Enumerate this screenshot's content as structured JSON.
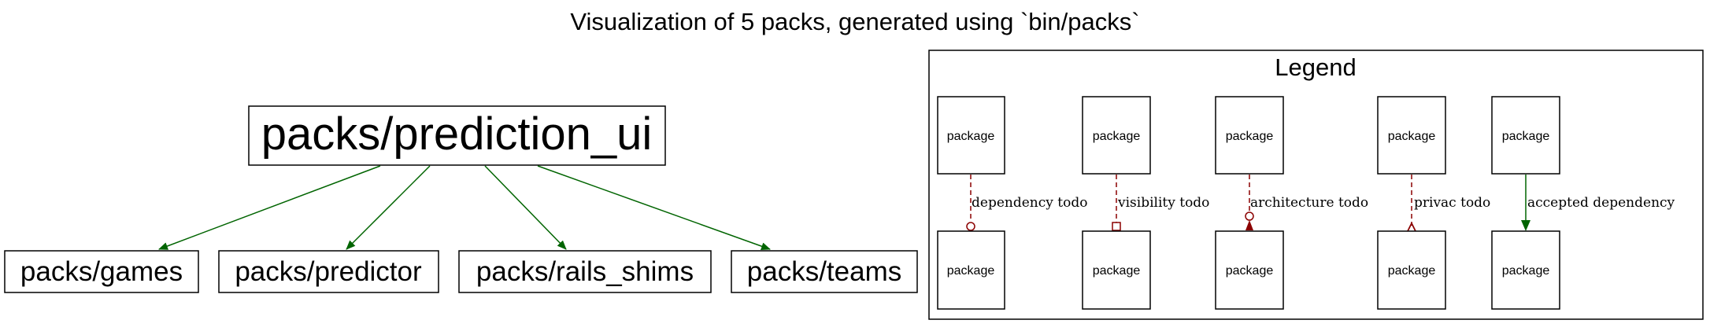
{
  "title": "Visualization of 5 packs, generated using `bin/packs`",
  "root_pack": "packs/prediction_ui",
  "child_packs": [
    "packs/games",
    "packs/predictor",
    "packs/rails_shims",
    "packs/teams"
  ],
  "colors": {
    "accepted": "#006400",
    "todo": "#8b0000",
    "stroke": "#000000"
  },
  "legend": {
    "title": "Legend",
    "package_label": "package",
    "entries": [
      {
        "label": "dependency todo",
        "style": "dashed",
        "marker": "open-circle"
      },
      {
        "label": "visibility todo",
        "style": "dashed",
        "marker": "open-square"
      },
      {
        "label": "architecture todo",
        "style": "dashed",
        "marker": "filled-arrow-with-circle"
      },
      {
        "label": "privac todo",
        "style": "dashed",
        "marker": "open-crow"
      },
      {
        "label": "accepted dependency",
        "style": "solid",
        "marker": "filled-arrow"
      }
    ]
  }
}
